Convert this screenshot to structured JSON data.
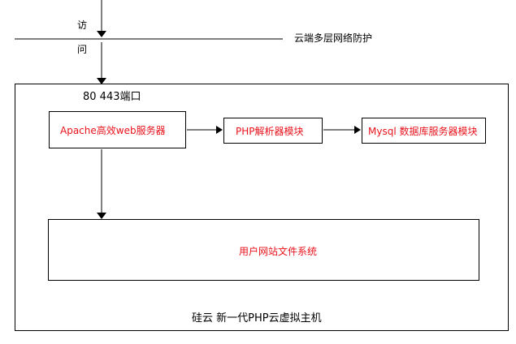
{
  "diagram": {
    "access_char_1": "访",
    "access_char_2": "问",
    "cloud_protection": "云端多层网络防护",
    "ports": "80 443端口",
    "apache": "Apache高效web服务器",
    "php": "PHP解析器模块",
    "mysql": "Mysql 数据库服务器模块",
    "filesystem": "用户网站文件系统",
    "product": "硅云 新一代PHP云虚拟主机"
  }
}
